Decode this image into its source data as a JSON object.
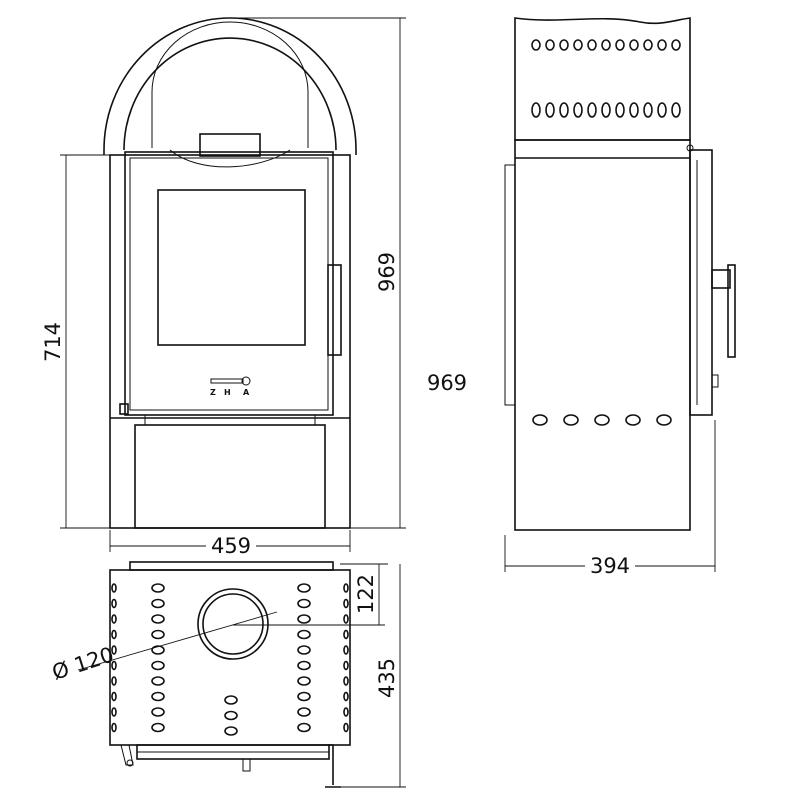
{
  "title": "Stove dimension drawing",
  "dimensions": {
    "front_height": "714",
    "front_total_height": "969",
    "side_total_height": "969",
    "front_width": "459",
    "side_depth": "394",
    "flue_offset": "122",
    "top_depth": "435",
    "flue_diameter": "Ø 120"
  },
  "control_labels": [
    "Z",
    "H",
    "A"
  ],
  "colors": {
    "line": "#111111",
    "background": "#ffffff"
  }
}
